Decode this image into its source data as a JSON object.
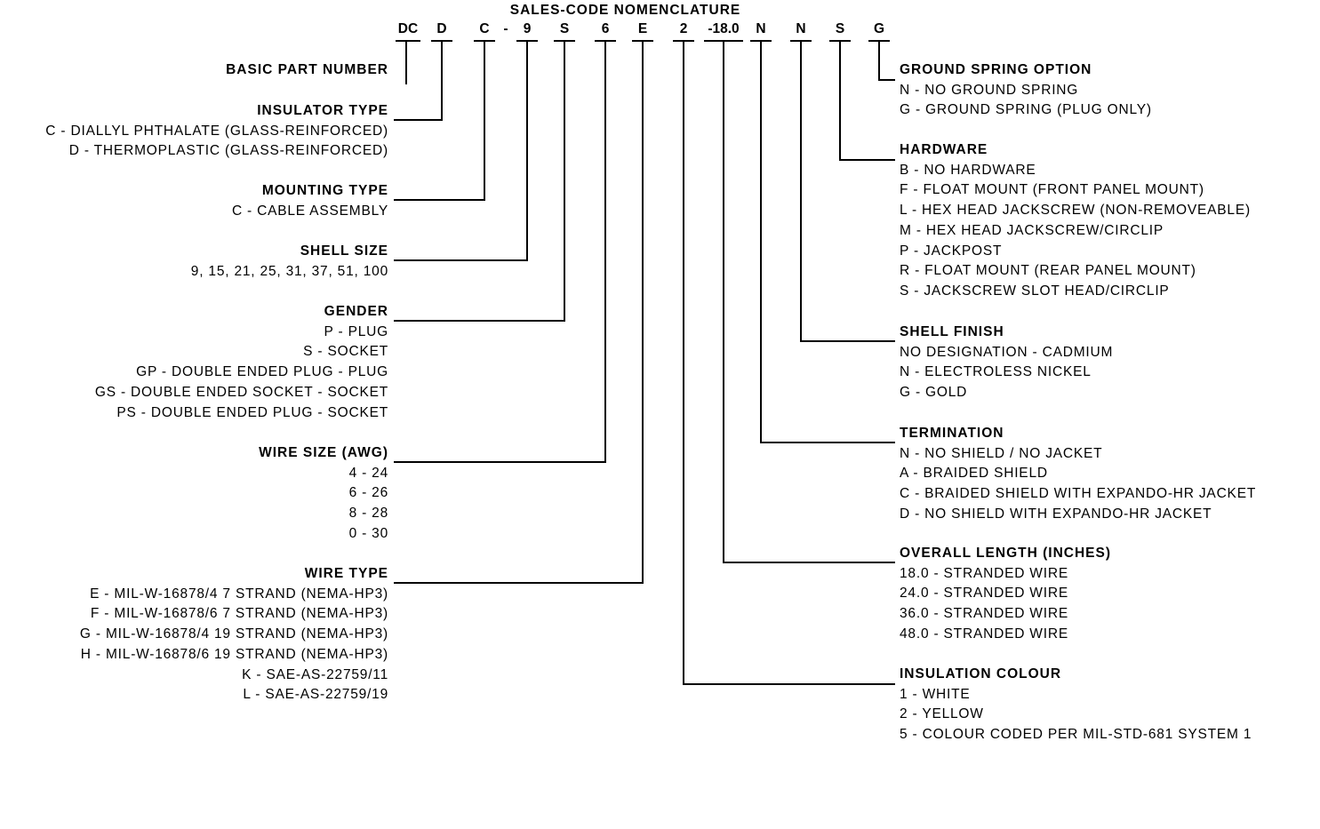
{
  "title": "SALES-CODE NOMENCLATURE",
  "code": {
    "segments": [
      "DC",
      "D",
      "C",
      "-",
      "9",
      "S",
      "6",
      "E",
      "2",
      "-18.0",
      "N",
      "N",
      "S",
      "G"
    ]
  },
  "left_sections": [
    {
      "heading": "BASIC PART NUMBER",
      "items": []
    },
    {
      "heading": "INSULATOR TYPE",
      "items": [
        "C - DIALLYL PHTHALATE (GLASS-REINFORCED)",
        "D - THERMOPLASTIC (GLASS-REINFORCED)"
      ]
    },
    {
      "heading": "MOUNTING TYPE",
      "items": [
        "C - CABLE ASSEMBLY"
      ]
    },
    {
      "heading": "SHELL SIZE",
      "items": [
        "9, 15, 21, 25, 31, 37, 51, 100"
      ]
    },
    {
      "heading": "GENDER",
      "items": [
        "P - PLUG",
        "S - SOCKET",
        "GP - DOUBLE ENDED PLUG - PLUG",
        "GS - DOUBLE ENDED SOCKET - SOCKET",
        "PS  - DOUBLE ENDED PLUG - SOCKET"
      ]
    },
    {
      "heading": "WIRE SIZE (AWG)",
      "items": [
        "4 - 24",
        "6 - 26",
        "8 - 28",
        "0 - 30"
      ]
    },
    {
      "heading": "WIRE TYPE",
      "items": [
        "E - MIL-W-16878/4 7 STRAND (NEMA-HP3)",
        "F - MIL-W-16878/6 7 STRAND (NEMA-HP3)",
        "G - MIL-W-16878/4 19 STRAND (NEMA-HP3)",
        "H - MIL-W-16878/6 19 STRAND (NEMA-HP3)",
        "K - SAE-AS-22759/11",
        "L - SAE-AS-22759/19"
      ]
    }
  ],
  "right_sections": [
    {
      "heading": "GROUND SPRING OPTION",
      "items": [
        "N - NO GROUND SPRING",
        "G - GROUND SPRING (PLUG ONLY)"
      ]
    },
    {
      "heading": "HARDWARE",
      "items": [
        "B - NO HARDWARE",
        "F - FLOAT MOUNT (FRONT PANEL MOUNT)",
        "L - HEX HEAD JACKSCREW (NON-REMOVEABLE)",
        "M - HEX HEAD JACKSCREW/CIRCLIP",
        "P - JACKPOST",
        "R - FLOAT MOUNT (REAR PANEL MOUNT)",
        "S - JACKSCREW SLOT HEAD/CIRCLIP"
      ]
    },
    {
      "heading": "SHELL FINISH",
      "items": [
        "NO DESIGNATION - CADMIUM",
        "N - ELECTROLESS NICKEL",
        "G - GOLD"
      ]
    },
    {
      "heading": "TERMINATION",
      "items": [
        "N - NO SHIELD / NO JACKET",
        "A - BRAIDED SHIELD",
        "C - BRAIDED SHIELD WITH EXPANDO-HR JACKET",
        "D - NO SHIELD WITH EXPANDO-HR JACKET"
      ]
    },
    {
      "heading": "OVERALL LENGTH (INCHES)",
      "items": [
        "18.0 - STRANDED WIRE",
        "24.0 - STRANDED WIRE",
        "36.0 - STRANDED WIRE",
        "48.0 - STRANDED WIRE"
      ]
    },
    {
      "heading": "INSULATION COLOUR",
      "items": [
        "1 - WHITE",
        "2 - YELLOW",
        "5 - COLOUR CODED PER MIL-STD-681 SYSTEM 1"
      ]
    }
  ]
}
